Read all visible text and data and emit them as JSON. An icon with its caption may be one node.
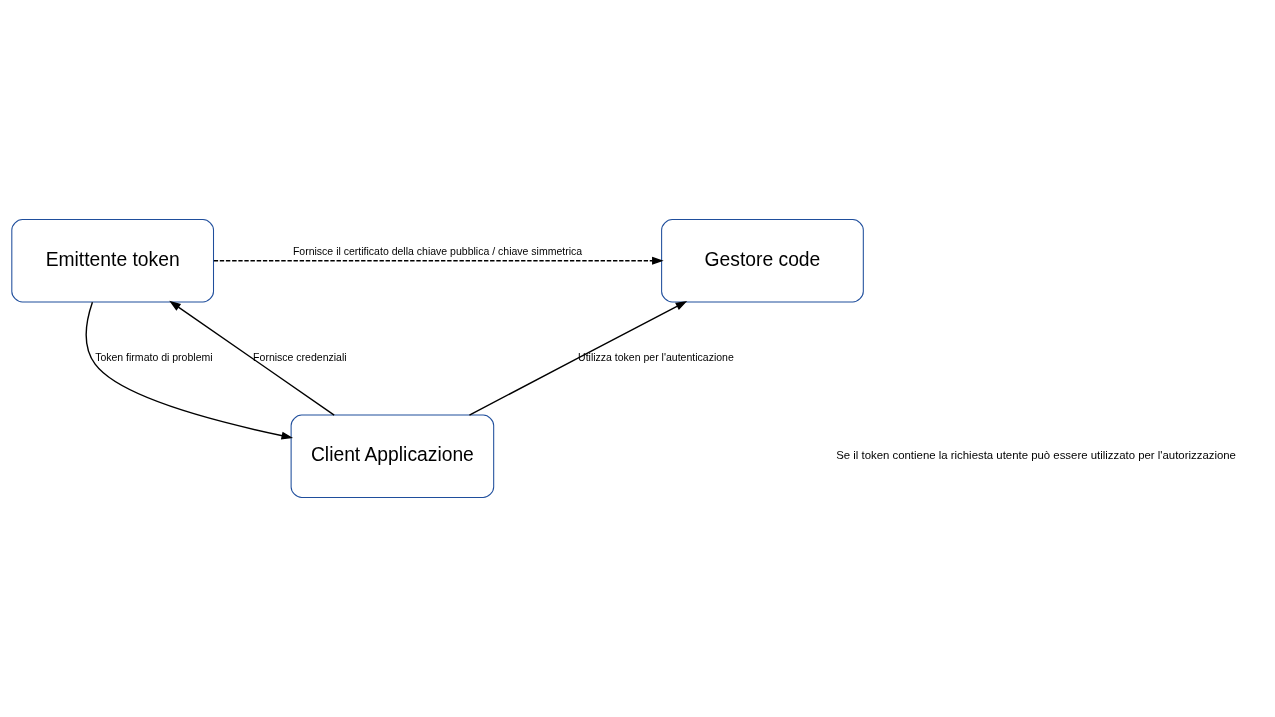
{
  "diagram": {
    "nodes": [
      {
        "text": [
          "Emittente token"
        ]
      },
      {
        "text": [
          "Gestore code"
        ]
      },
      {
        "text": [
          "Client Applicazione"
        ]
      }
    ],
    "edges": [
      {
        "from": 0,
        "to": 1,
        "arrow": "to",
        "style": "dashed",
        "label": "Fornisce il certificato della chiave pubblica / chiave simmetrica"
      },
      {
        "from": 2,
        "to": 0,
        "arrow": "to",
        "label": "Fornisce credenziali"
      },
      {
        "from": 0,
        "to": 2,
        "arrow": "to",
        "label": "Token firmato di problemi"
      },
      {
        "from": 2,
        "to": 1,
        "arrow": "to",
        "label": "Utilizza token per l'autenticazione"
      }
    ],
    "labels": [
      "Se il token contiene la richiesta utente può essere utilizzato per l'autorizzazione"
    ]
  }
}
